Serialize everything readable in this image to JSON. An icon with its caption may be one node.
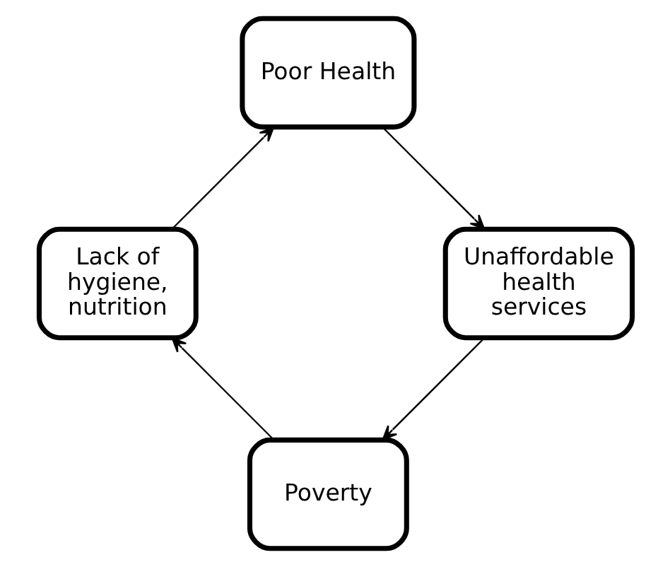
{
  "diagram": {
    "nodes": [
      {
        "text": [
          "Poverty"
        ]
      },
      {
        "text": [
          "Lack of hygiene, nutrition"
        ]
      },
      {
        "text": [
          "Poor Health"
        ]
      },
      {
        "text": [
          "Unaffordable health services"
        ]
      }
    ],
    "edges": [
      {
        "from": 0,
        "to": 1,
        "arrow": "to"
      },
      {
        "from": 1,
        "to": 2,
        "arrow": "to"
      },
      {
        "from": 2,
        "to": 3,
        "arrow": "to"
      },
      {
        "from": 3,
        "to": 0,
        "arrow": "to"
      }
    ]
  }
}
